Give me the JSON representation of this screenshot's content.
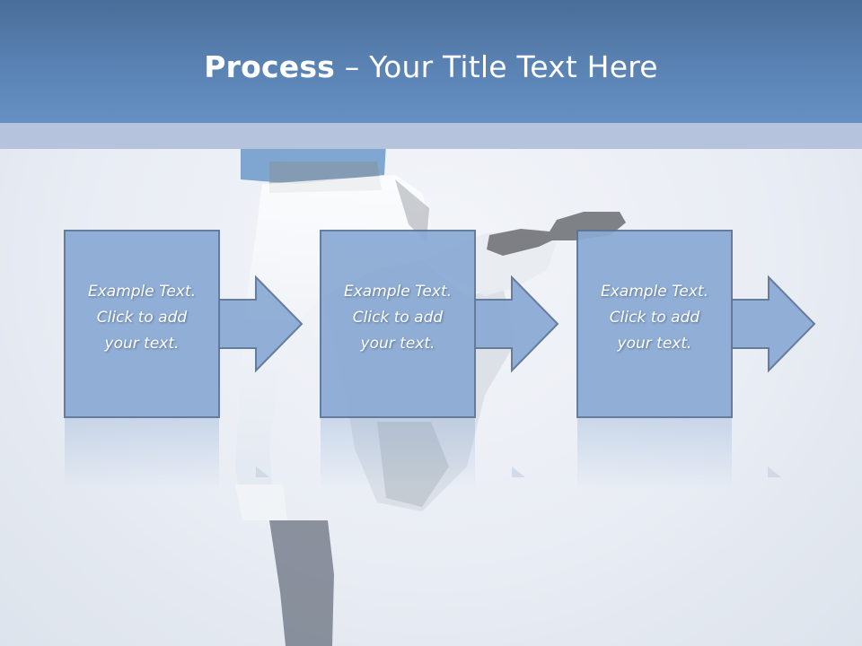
{
  "slide": {
    "title_bold": "Process",
    "title_rest": " – Your Title Text Here",
    "steps": [
      {
        "line1": "Example Text.",
        "line2": "Click  to add",
        "line3": "your text."
      },
      {
        "line1": "Example Text.",
        "line2": "Click  to add",
        "line3": "your text."
      },
      {
        "line1": "Example Text.",
        "line2": "Click  to add",
        "line3": "your text."
      }
    ],
    "colors": {
      "title_bar": "#5a83b4",
      "step_fill": "#8aaad4",
      "step_stroke": "#5b7396",
      "arrow_fill": "#8aaad4"
    },
    "icons": {
      "step_arrow": "right-arrow-icon",
      "background": "dancer-photo"
    }
  }
}
